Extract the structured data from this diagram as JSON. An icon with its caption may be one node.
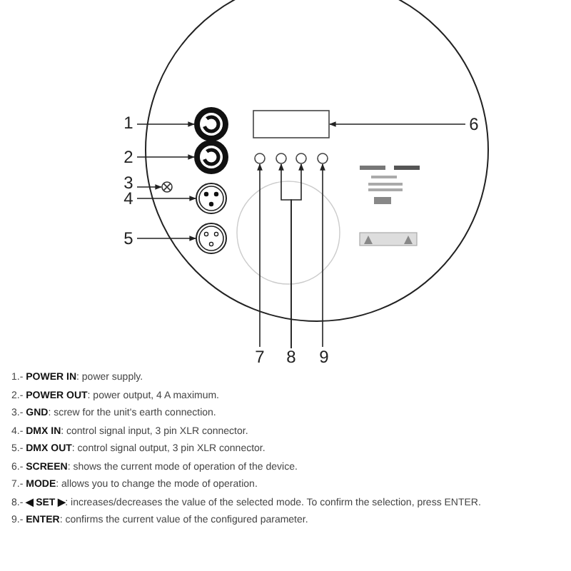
{
  "diagram": {
    "nodes": [
      {
        "text": [
          "1"
        ]
      },
      {
        "text": [
          "2"
        ]
      },
      {
        "text": [
          "3"
        ]
      },
      {
        "text": [
          "4"
        ]
      },
      {
        "text": [
          "5"
        ]
      },
      {
        "text": [
          "6"
        ]
      },
      {
        "text": [
          "7"
        ]
      },
      {
        "text": [
          "8"
        ]
      },
      {
        "text": [
          "9"
        ]
      },
      {
        "text": [],
        "shape": "circle"
      },
      {
        "text": [],
        "shape": "circle"
      },
      {
        "text": [],
        "shape": "circle"
      },
      {
        "text": [],
        "shape": "circle"
      },
      {
        "text": [],
        "shape": "circle"
      },
      {
        "text": [],
        "shape": "box"
      },
      {
        "text": [],
        "shape": "circle"
      },
      {
        "text": [],
        "shape": "circle"
      },
      {
        "text": [],
        "shape": "circle"
      },
      {
        "text": [],
        "shape": "circle"
      }
    ],
    "edges": [
      {
        "from": 0,
        "to": 9,
        "arrow": "to"
      },
      {
        "from": 1,
        "to": 10,
        "arrow": "to"
      },
      {
        "from": 2,
        "to": 11,
        "arrow": "to"
      },
      {
        "from": 3,
        "to": 12,
        "arrow": "to"
      },
      {
        "from": 4,
        "to": 13,
        "arrow": "to"
      },
      {
        "from": 5,
        "to": 14,
        "arrow": "to"
      },
      {
        "from": 6,
        "to": 15,
        "arrow": "to"
      },
      {
        "from": 7,
        "to": 16,
        "arrow": "to"
      },
      {
        "from": 7,
        "to": 17,
        "arrow": "to"
      },
      {
        "from": 8,
        "to": 18,
        "arrow": "to"
      }
    ],
    "labels": [
      "1.- **POWER IN**: power supply.",
      "2.- **POWER OUT**: power output, 4 A maximum.",
      "3.- **GND**: screw for the unit's earth connection.",
      "4.- **DMX IN**: control signal input, 3 pin XLR connector.",
      "5.- **DMX OUT**: control signal output, 3 pin XLR connector.",
      "6.- **SCREEN**: shows the current mode of operation of the device.",
      "7.- **MODE**: allows you to change the mode of operation.",
      "8.- **◀ SET ▶**: increases/decreases the value of the selected mode. To confirm the selection, press ENTER.",
      "9.- **ENTER**: confirms the current value of the configured parameter."
    ]
  }
}
